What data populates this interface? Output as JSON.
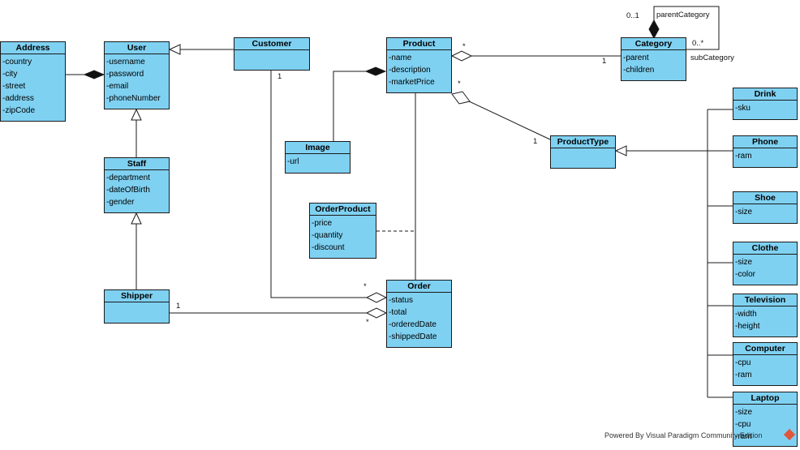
{
  "classes": {
    "address": {
      "name": "Address",
      "attrs": [
        "-country",
        "-city",
        "-street",
        "-address",
        "-zipCode"
      ]
    },
    "user": {
      "name": "User",
      "attrs": [
        "-username",
        "-password",
        "-email",
        "-phoneNumber"
      ]
    },
    "customer": {
      "name": "Customer",
      "attrs": []
    },
    "staff": {
      "name": "Staff",
      "attrs": [
        "-department",
        "-dateOfBirth",
        "-gender"
      ]
    },
    "shipper": {
      "name": "Shipper",
      "attrs": []
    },
    "product": {
      "name": "Product",
      "attrs": [
        "-name",
        "-description",
        "-marketPrice"
      ]
    },
    "image": {
      "name": "Image",
      "attrs": [
        "-url"
      ]
    },
    "orderProduct": {
      "name": "OrderProduct",
      "attrs": [
        "-price",
        "-quantity",
        "-discount"
      ]
    },
    "order": {
      "name": "Order",
      "attrs": [
        "-status",
        "-total",
        "-orderedDate",
        "-shippedDate"
      ]
    },
    "category": {
      "name": "Category",
      "attrs": [
        "-parent",
        "-children"
      ]
    },
    "productType": {
      "name": "ProductType",
      "attrs": []
    },
    "drink": {
      "name": "Drink",
      "attrs": [
        "-sku"
      ]
    },
    "phone": {
      "name": "Phone",
      "attrs": [
        "-ram"
      ]
    },
    "shoe": {
      "name": "Shoe",
      "attrs": [
        "-size"
      ]
    },
    "clothe": {
      "name": "Clothe",
      "attrs": [
        "-size",
        "-color"
      ]
    },
    "television": {
      "name": "Television",
      "attrs": [
        "-width",
        "-height"
      ]
    },
    "computer": {
      "name": "Computer",
      "attrs": [
        "-cpu",
        "-ram"
      ]
    },
    "laptop": {
      "name": "Laptop",
      "attrs": [
        "-size",
        "-cpu",
        "-ram"
      ]
    }
  },
  "labels": {
    "cat_parent_mult": "0..1",
    "cat_parent_role": "parentCategory",
    "cat_sub_mult": "0..*",
    "cat_sub_role": "subCategory",
    "product_cat_star": "*",
    "product_cat_one": "1",
    "product_type_star": "*",
    "product_type_one": "1",
    "customer_order_one": "1",
    "customer_order_star": "*",
    "shipper_order_one": "1",
    "shipper_order_star": "*"
  },
  "footer": "Powered By  Visual Paradigm Community Edition"
}
